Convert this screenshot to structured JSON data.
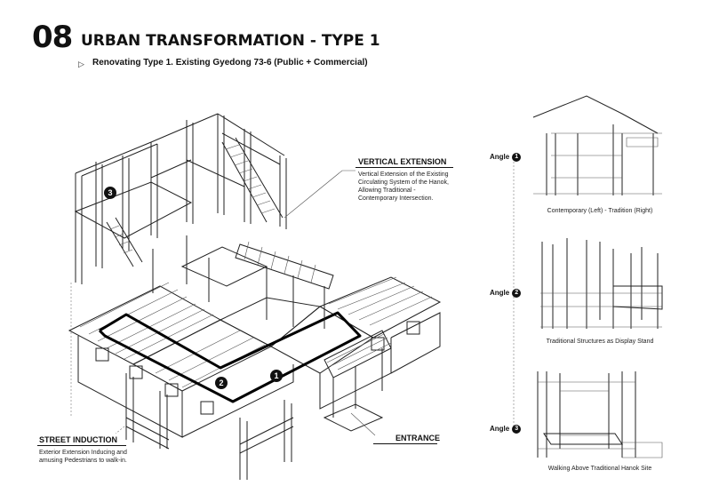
{
  "header": {
    "number": "08",
    "title": "URBAN TRANSFORMATION - TYPE 1",
    "subtitle_arrow": "▷",
    "subtitle": "Renovating Type 1. Existing Gyedong 73-6 (Public + Commercial)"
  },
  "callouts": {
    "vertical_extension": {
      "title": "VERTICAL EXTENSION",
      "text": "Vertical Extension of the Existing Circulating System of the Hanok, Allowing Traditional - Contemporary Intersection."
    },
    "street_induction": {
      "title": "STREET INDUCTION",
      "text": "Exterior Extension Inducing and amusing Pedestrians to walk-in."
    },
    "entrance": {
      "title": "ENTRANCE"
    }
  },
  "markers": {
    "m1": "1",
    "m2": "2",
    "m3": "3"
  },
  "angles": [
    {
      "label": "Angle",
      "num": "1",
      "caption": "Contemporary (Left) - Tradition (Right)"
    },
    {
      "label": "Angle",
      "num": "2",
      "caption": "Traditional Structures as Display Stand"
    },
    {
      "label": "Angle",
      "num": "3",
      "caption": "Walking Above Traditional Hanok Site"
    }
  ],
  "colors": {
    "ink": "#111111",
    "background": "#ffffff"
  }
}
